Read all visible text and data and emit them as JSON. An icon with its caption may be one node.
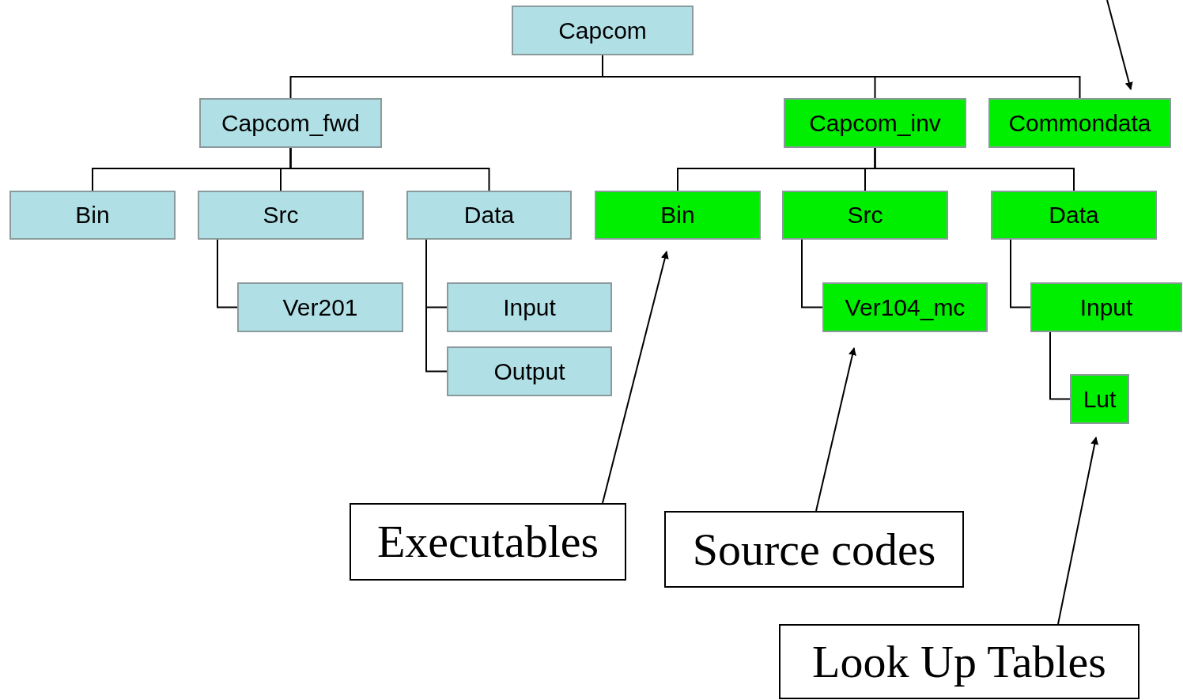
{
  "diagram": {
    "nodes": [
      {
        "text": [
          "Capcom"
        ]
      },
      {
        "text": [
          "Capcom_fwd"
        ]
      },
      {
        "text": [
          "Capcom_inv"
        ]
      },
      {
        "text": [
          "Commondata"
        ]
      },
      {
        "text": [
          "Bin"
        ]
      },
      {
        "text": [
          "Src"
        ]
      },
      {
        "text": [
          "Data"
        ]
      },
      {
        "text": [
          "Ver201"
        ]
      },
      {
        "text": [
          "Input"
        ]
      },
      {
        "text": [
          "Output"
        ]
      },
      {
        "text": [
          "Bin"
        ]
      },
      {
        "text": [
          "Src"
        ]
      },
      {
        "text": [
          "Data"
        ]
      },
      {
        "text": [
          "Ver104_mc"
        ]
      },
      {
        "text": [
          "Input"
        ]
      },
      {
        "text": [
          "Lut"
        ]
      },
      {
        "text": [
          "Executables"
        ]
      },
      {
        "text": [
          "Source codes"
        ]
      },
      {
        "text": [
          "Look Up Tables"
        ]
      }
    ],
    "edges": [
      {
        "from": 0,
        "to": 1,
        "arrow": "none"
      },
      {
        "from": 0,
        "to": 2,
        "arrow": "none"
      },
      {
        "from": 0,
        "to": 3,
        "arrow": "none"
      },
      {
        "from": 1,
        "to": 4,
        "arrow": "none"
      },
      {
        "from": 1,
        "to": 5,
        "arrow": "none"
      },
      {
        "from": 1,
        "to": 6,
        "arrow": "none"
      },
      {
        "from": 5,
        "to": 7,
        "arrow": "none"
      },
      {
        "from": 6,
        "to": 8,
        "arrow": "none"
      },
      {
        "from": 6,
        "to": 9,
        "arrow": "none"
      },
      {
        "from": 2,
        "to": 10,
        "arrow": "none"
      },
      {
        "from": 2,
        "to": 11,
        "arrow": "none"
      },
      {
        "from": 2,
        "to": 12,
        "arrow": "none"
      },
      {
        "from": 11,
        "to": 13,
        "arrow": "none"
      },
      {
        "from": 12,
        "to": 14,
        "arrow": "none"
      },
      {
        "from": 14,
        "to": 15,
        "arrow": "none"
      },
      {
        "from": 16,
        "to": 10,
        "arrow": "to"
      },
      {
        "from": 17,
        "to": 13,
        "arrow": "to"
      },
      {
        "from": 18,
        "to": 15,
        "arrow": "to"
      },
      {
        "from": null,
        "to": 3,
        "arrow": "to"
      }
    ]
  }
}
